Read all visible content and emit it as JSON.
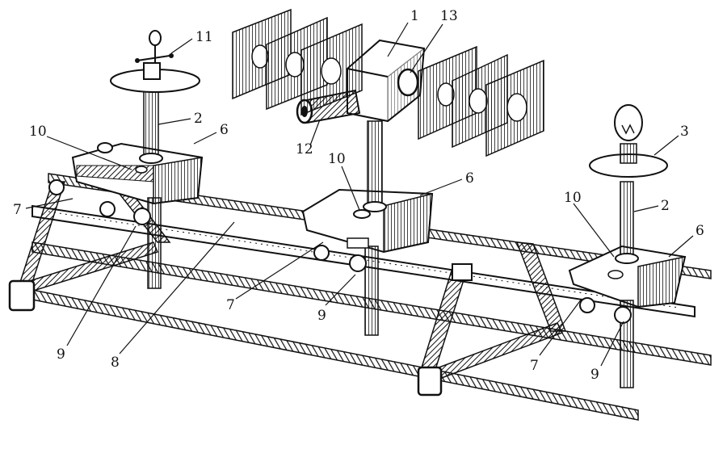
{
  "figure": {
    "callouts": [
      {
        "id": "c1",
        "text": "1"
      },
      {
        "id": "c13",
        "text": "13"
      },
      {
        "id": "c11",
        "text": "11"
      },
      {
        "id": "c2a",
        "text": "2"
      },
      {
        "id": "c6a",
        "text": "6"
      },
      {
        "id": "c10a",
        "text": "10"
      },
      {
        "id": "c7a",
        "text": "7"
      },
      {
        "id": "c12",
        "text": "12"
      },
      {
        "id": "c10b",
        "text": "10"
      },
      {
        "id": "c6b",
        "text": "6"
      },
      {
        "id": "c3",
        "text": "3"
      },
      {
        "id": "c2b",
        "text": "2"
      },
      {
        "id": "c10c",
        "text": "10"
      },
      {
        "id": "c6c",
        "text": "6"
      },
      {
        "id": "c7b",
        "text": "7"
      },
      {
        "id": "c9a",
        "text": "9"
      },
      {
        "id": "c9b",
        "text": "9"
      },
      {
        "id": "c8",
        "text": "8"
      },
      {
        "id": "c7c",
        "text": "7"
      },
      {
        "id": "c9c",
        "text": "9"
      }
    ]
  }
}
